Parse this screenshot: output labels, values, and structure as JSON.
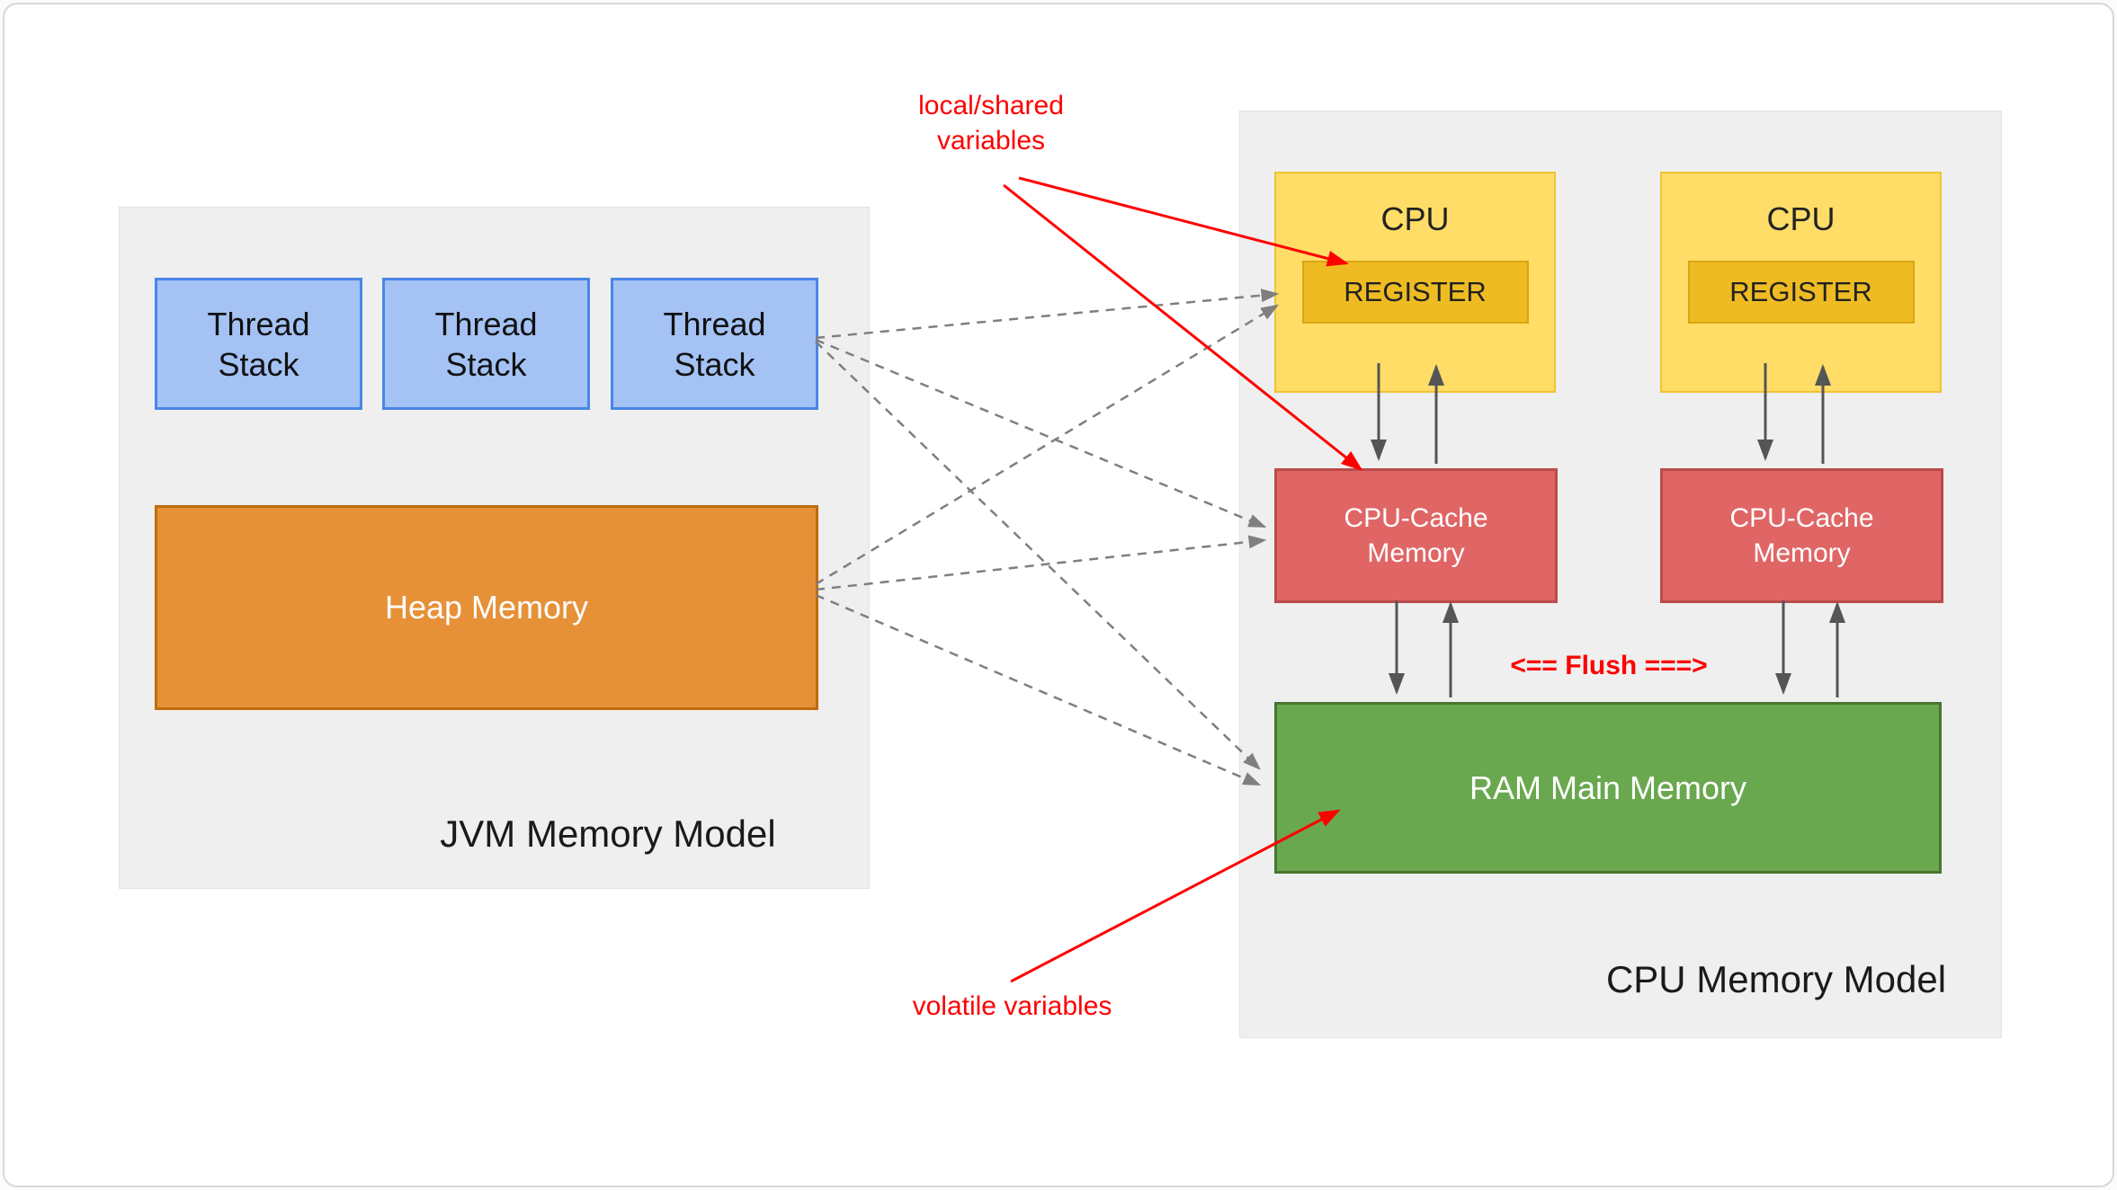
{
  "jvm_panel": {
    "title": "JVM Memory Model",
    "thread_stacks": [
      {
        "label": "Thread Stack"
      },
      {
        "label": "Thread Stack"
      },
      {
        "label": "Thread Stack"
      }
    ],
    "heap": {
      "label": "Heap Memory"
    }
  },
  "cpu_panel": {
    "title": "CPU Memory Model",
    "cpus": [
      {
        "label": "CPU",
        "register": "REGISTER",
        "cache": "CPU-Cache Memory"
      },
      {
        "label": "CPU",
        "register": "REGISTER",
        "cache": "CPU-Cache Memory"
      }
    ],
    "ram": "RAM Main Memory",
    "flush_label": "<== Flush ===>"
  },
  "annotations": {
    "local_shared_variables": "local/shared variables",
    "volatile_variables": "volatile variables"
  },
  "colors": {
    "panel_bg": "#efefef",
    "thread_stack_fill": "#a4c2f4",
    "thread_stack_border": "#4a86e8",
    "heap_fill": "#e69138",
    "cpu_fill": "#ffdd67",
    "register_fill": "#eebc22",
    "cache_fill": "#e06666",
    "ram_fill": "#6aa84f",
    "annotation_red": "#fe0000",
    "dashed_connector_gray": "#7f7f7f",
    "flow_arrow_dark": "#555555"
  }
}
